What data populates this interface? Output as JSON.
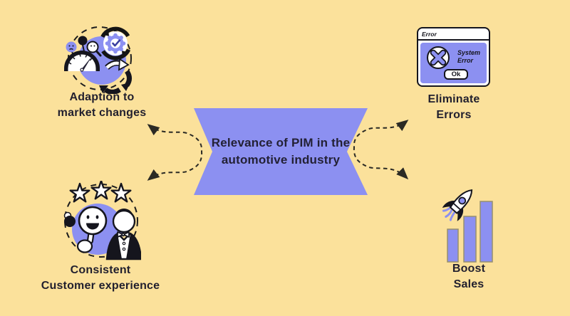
{
  "colors": {
    "background": "#FBE19B",
    "accent_purple": "#8C90F1",
    "text_dark": "#211F2E",
    "arrow_dark": "#2B2A24"
  },
  "banner": {
    "line1": "Relevance of PIM in the",
    "line2": "automotive industry"
  },
  "nodes": {
    "adaption": {
      "line1": "Adaption to",
      "line2": "market changes"
    },
    "eliminate": {
      "line1": "Eliminate",
      "line2": "Errors"
    },
    "consistent": {
      "line1": "Consistent",
      "line2": "Customer experience"
    },
    "boost": {
      "line1": "Boost",
      "line2": "Sales"
    }
  },
  "error_dialog": {
    "title": "Error",
    "message_line1": "System",
    "message_line2": "Error",
    "ok_label": "Ok"
  }
}
